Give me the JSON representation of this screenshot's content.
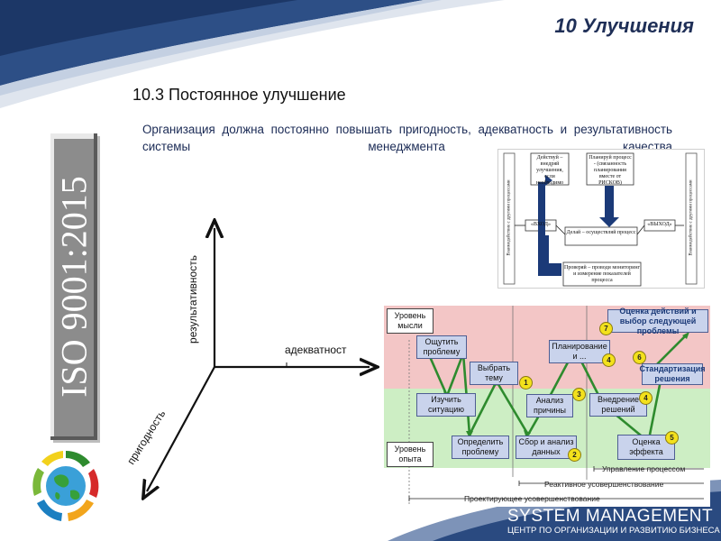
{
  "header": {
    "title": "10 Улучшения"
  },
  "section": {
    "subtitle": "10.3 Постоянное улучшение",
    "body": "Организация должна постоянно повышать пригодность, адекватность и результативность системы менеджмента качества"
  },
  "iso_label": "ISO 9001:2015",
  "axes": {
    "y_label": "результативность",
    "x_label": "адекватност",
    "z_label": "пригодность"
  },
  "process_diagram": {
    "act": "Действуй – внедряй улучшения, если необходимо",
    "plan": "Планируй процесс - (связанность планирования вместе от РИСКОВ)",
    "input": "«ВХОД»",
    "output": "«ВЫХОД»",
    "do": "Делай – осуществляй процесс",
    "check": "Проверяй – проводи мониторинг и измерение показателей процесса",
    "side_left": "Взаимодействие с другими процессами",
    "side_right": "Взаимодействие с другими процессами"
  },
  "improvement_diagram": {
    "level_thought": "Уровень мысли",
    "level_experience": "Уровень опыта",
    "boxes": {
      "feel_problem": "Ощутить проблему",
      "choose_topic": "Выбрать тему",
      "study_situation": "Изучить ситуацию",
      "define_problem": "Определить проблему",
      "planning": "Планирование и ...",
      "analysis": "Анализ причины",
      "data_collection": "Сбор и анализ данных",
      "implement": "Внедрение решений",
      "evaluate_effect": "Оценка эффекта",
      "standardize": "Стандартизация решения",
      "evaluate_actions": "Оценка действий и выбор следующей проблемы"
    },
    "numbers": [
      "1",
      "2",
      "3",
      "4",
      "4",
      "5",
      "6",
      "7"
    ],
    "bars": {
      "process_control": "Управление процессом",
      "reactive": "Реактивное усовершенствование",
      "proactive": "Проектирующее усовершенствование"
    }
  },
  "footer": {
    "brand": "SYSTEM MANAGEMENT",
    "tagline": "ЦЕНТР ПО ОРГАНИЗАЦИИ И РАЗВИТИЮ БИЗНЕСА"
  },
  "colors": {
    "navy": "#1f3a73",
    "accent_blue": "#3a5c9c",
    "pink_band": "#f2c7c7",
    "green_band": "#cfeec6",
    "arrow_green": "#2e8b2e"
  }
}
